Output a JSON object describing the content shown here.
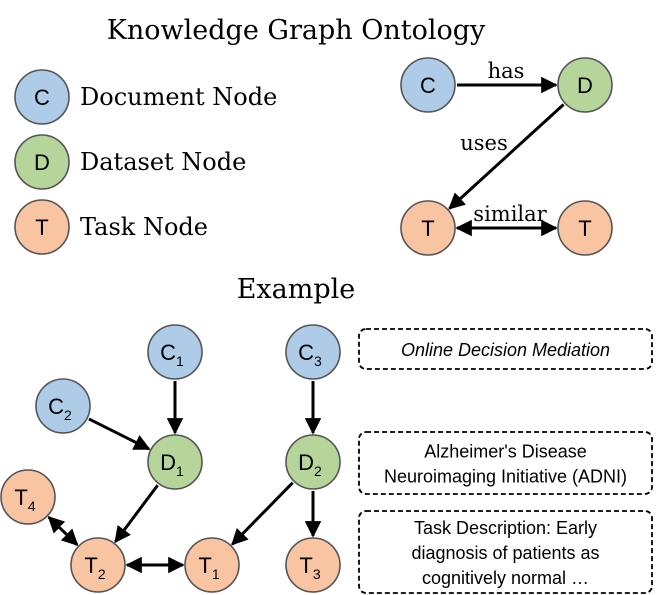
{
  "colors": {
    "document": "#aecbe8",
    "dataset": "#b5d59b",
    "task": "#f8c4a1",
    "stroke": "#555555",
    "edge": "#000000"
  },
  "ontology": {
    "title": "Knowledge Graph Ontology",
    "legend": [
      {
        "letter": "C",
        "label": "Document Node",
        "kind": "document"
      },
      {
        "letter": "D",
        "label": "Dataset Node",
        "kind": "dataset"
      },
      {
        "letter": "T",
        "label": "Task Node",
        "kind": "task"
      }
    ],
    "schema_nodes": [
      {
        "id": "sc",
        "letter": "C",
        "kind": "document"
      },
      {
        "id": "sd",
        "letter": "D",
        "kind": "dataset"
      },
      {
        "id": "st1",
        "letter": "T",
        "kind": "task"
      },
      {
        "id": "st2",
        "letter": "T",
        "kind": "task"
      }
    ],
    "schema_edges": [
      {
        "from": "sc",
        "to": "sd",
        "label": "has",
        "bidirectional": false
      },
      {
        "from": "sd",
        "to": "st1",
        "label": "uses",
        "bidirectional": false
      },
      {
        "from": "st1",
        "to": "st2",
        "label": "similar",
        "bidirectional": true
      }
    ]
  },
  "example": {
    "title": "Example",
    "nodes": [
      {
        "id": "C1",
        "letter": "C",
        "sub": "1",
        "kind": "document"
      },
      {
        "id": "C2",
        "letter": "C",
        "sub": "2",
        "kind": "document"
      },
      {
        "id": "C3",
        "letter": "C",
        "sub": "3",
        "kind": "document"
      },
      {
        "id": "D1",
        "letter": "D",
        "sub": "1",
        "kind": "dataset"
      },
      {
        "id": "D2",
        "letter": "D",
        "sub": "2",
        "kind": "dataset"
      },
      {
        "id": "T1",
        "letter": "T",
        "sub": "1",
        "kind": "task"
      },
      {
        "id": "T2",
        "letter": "T",
        "sub": "2",
        "kind": "task"
      },
      {
        "id": "T3",
        "letter": "T",
        "sub": "3",
        "kind": "task"
      },
      {
        "id": "T4",
        "letter": "T",
        "sub": "4",
        "kind": "task"
      }
    ],
    "edges": [
      {
        "from": "C1",
        "to": "D1",
        "bidirectional": false
      },
      {
        "from": "C2",
        "to": "D1",
        "bidirectional": false
      },
      {
        "from": "C3",
        "to": "D2",
        "bidirectional": false
      },
      {
        "from": "D1",
        "to": "T2",
        "bidirectional": false
      },
      {
        "from": "D2",
        "to": "T1",
        "bidirectional": false
      },
      {
        "from": "D2",
        "to": "T3",
        "bidirectional": false
      },
      {
        "from": "T2",
        "to": "T1",
        "bidirectional": true
      },
      {
        "from": "T4",
        "to": "T2",
        "bidirectional": true
      }
    ],
    "boxes": [
      {
        "lines": [
          "Online Decision Mediation"
        ],
        "italic": true
      },
      {
        "lines": [
          "Alzheimer's Disease",
          "Neuroimaging Initiative (ADNI)"
        ],
        "italic": false
      },
      {
        "lines": [
          "Task Description: Early",
          "diagnosis of patients as",
          "cognitively normal …"
        ],
        "italic": false
      }
    ]
  }
}
